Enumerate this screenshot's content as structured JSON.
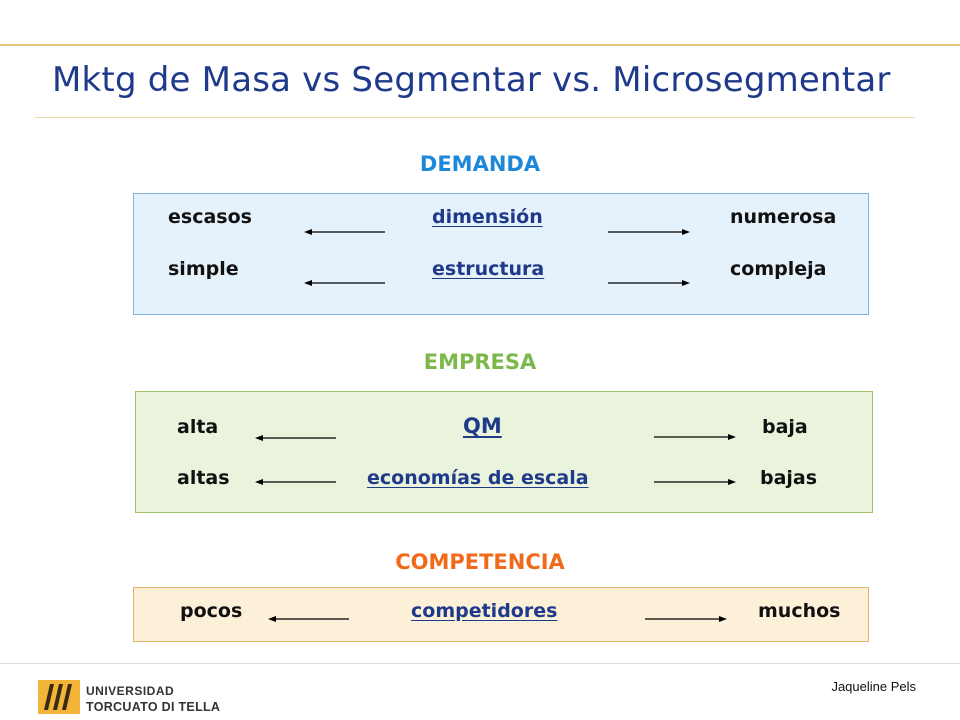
{
  "title": "Mktg de Masa vs Segmentar vs. Microsegmentar",
  "colors": {
    "title": "#1f3a8a",
    "demanda": "#1e88d8",
    "empresa": "#7cb84a",
    "competencia": "#f06a1a",
    "accent_rule": "#e8c87a"
  },
  "sections": {
    "demanda": {
      "heading": "DEMANDA",
      "rows": [
        {
          "left": "escasos",
          "center": "dimensión",
          "right": "numerosa"
        },
        {
          "left": "simple",
          "center": "estructura",
          "right": "compleja"
        }
      ]
    },
    "empresa": {
      "heading": "EMPRESA",
      "rows": [
        {
          "left": "alta",
          "center": "QM",
          "right": "baja"
        },
        {
          "left": "altas",
          "center": "economías de escala",
          "right": "bajas"
        }
      ]
    },
    "competencia": {
      "heading": "COMPETENCIA",
      "rows": [
        {
          "left": "pocos",
          "center": "competidores",
          "right": "muchos"
        }
      ]
    }
  },
  "footer": {
    "logo_line1": "UNIVERSIDAD",
    "logo_line2": "TORCUATO DI TELLA",
    "author": "Jaqueline Pels"
  }
}
